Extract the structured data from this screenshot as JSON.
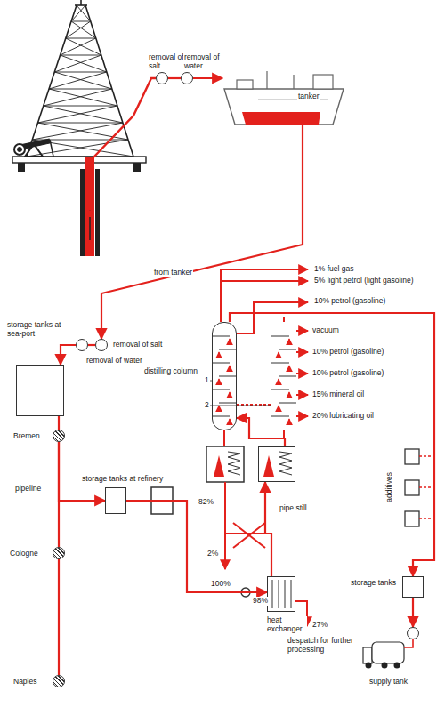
{
  "diagram": {
    "nodes": [
      {
        "text": [
          "removal of salt"
        ]
      },
      {
        "text": [
          "removal of water"
        ]
      },
      {
        "text": [
          "tanker"
        ]
      },
      {
        "text": [
          "removal of salt"
        ]
      },
      {
        "text": [
          "removal of water"
        ]
      },
      {
        "text": [
          "storage tanks at sea-port"
        ]
      },
      {
        "text": [
          "Bremen"
        ]
      },
      {
        "text": [
          "Cologne"
        ]
      },
      {
        "text": [
          "Naples"
        ]
      },
      {
        "text": [
          "storage tanks at refinery"
        ]
      },
      {
        "text": [
          "distilling column"
        ]
      },
      {
        "text": [
          "pipe still"
        ]
      },
      {
        "text": [
          "heat exchanger"
        ]
      },
      {
        "text": [
          "storage tanks"
        ]
      },
      {
        "text": [
          "supply tank"
        ]
      }
    ],
    "edges": [
      {
        "from": 0,
        "to": 1,
        "arrow": "none"
      },
      {
        "from": 1,
        "to": 2,
        "arrow": "to"
      },
      {
        "from": 2,
        "to": 3,
        "label": "from tanker",
        "arrow": "to"
      },
      {
        "from": 3,
        "to": 4,
        "arrow": "none"
      },
      {
        "from": 4,
        "to": 5,
        "arrow": "to"
      },
      {
        "from": 5,
        "to": 6,
        "arrow": "none"
      },
      {
        "from": 6,
        "to": 7,
        "label": "pipeline",
        "arrow": "none"
      },
      {
        "from": 7,
        "to": 8,
        "arrow": "none"
      },
      {
        "from": 6,
        "to": 9,
        "arrow": "to"
      },
      {
        "from": 9,
        "to": 12,
        "arrow": "to"
      },
      {
        "from": 12,
        "to": 11,
        "arrow": "to"
      },
      {
        "from": 11,
        "to": 10,
        "arrow": "to"
      },
      {
        "from": 10,
        "to": 13,
        "arrow": "to"
      },
      {
        "from": 13,
        "to": 14,
        "arrow": "to"
      }
    ],
    "labels": [
      "1% fuel gas",
      "5% light petrol (light gasoline)",
      "10% petrol (gasoline)",
      "vacuum",
      "10% petrol (gasoline)",
      "10% petrol (gasoline)",
      "15% mineral oil",
      "20% lubricating oil",
      "1",
      "2",
      "82%",
      "2%",
      "100%",
      "98%",
      "27%",
      "despatch for further processing",
      "additives"
    ]
  }
}
